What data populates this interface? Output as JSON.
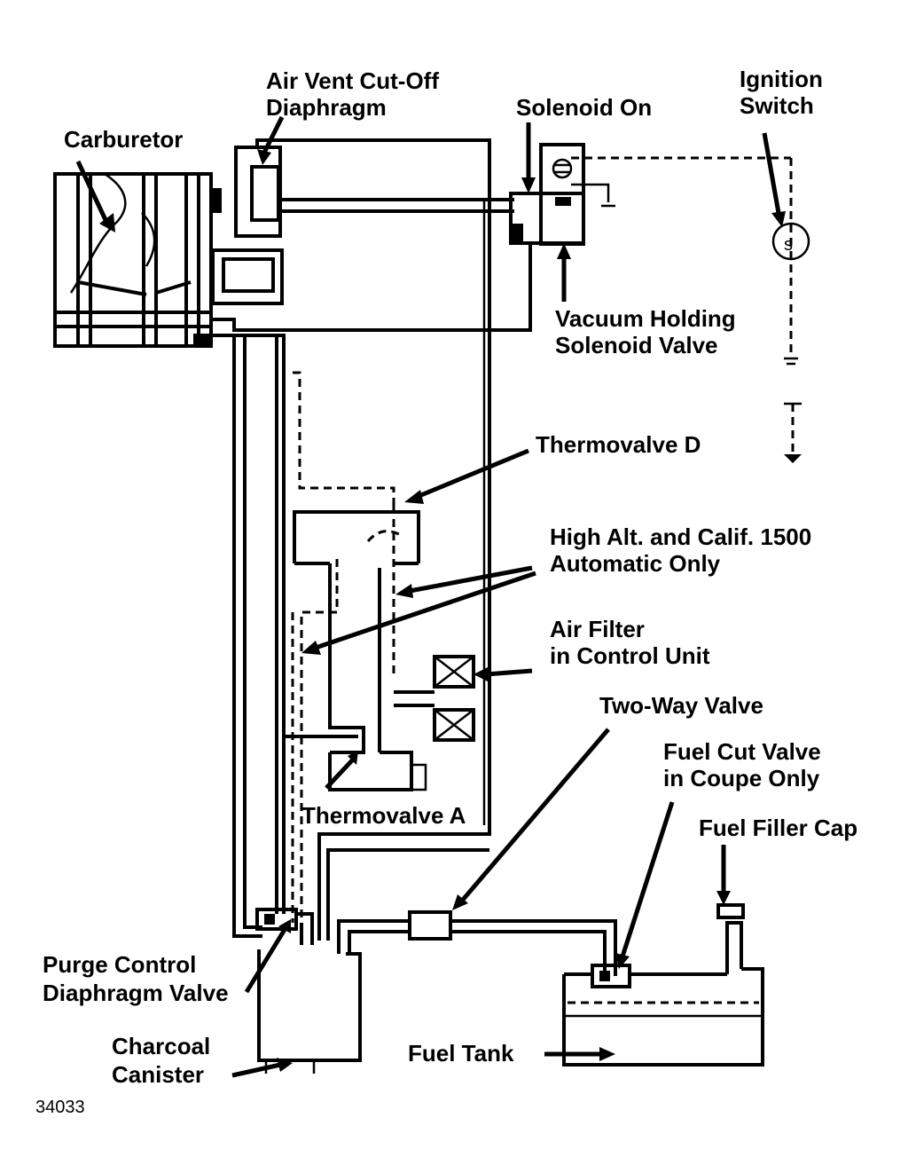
{
  "title": "",
  "figure_number": "34033",
  "labels": {
    "carburetor": "Carburetor",
    "air_vent_1": "Air Vent Cut-Off",
    "air_vent_2": "Diaphragm",
    "solenoid_on": "Solenoid On",
    "ignition_1": "Ignition",
    "ignition_2": "Switch",
    "vacuum_1": "Vacuum Holding",
    "vacuum_2": "Solenoid Valve",
    "thermo_d": "Thermovalve D",
    "high_alt_1": "High Alt. and Calif. 1500",
    "high_alt_2": "Automatic Only",
    "air_filter_1": "Air Filter",
    "air_filter_2": "in Control Unit",
    "two_way": "Two-Way Valve",
    "fuel_cut_1": "Fuel Cut Valve",
    "fuel_cut_2": "in Coupe Only",
    "filler_cap": "Fuel Filler Cap",
    "thermo_a": "Thermovalve A",
    "purge_1": "Purge Control",
    "purge_2": "Diaphragm Valve",
    "charcoal_1": "Charcoal",
    "charcoal_2": "Canister",
    "fuel_tank": "Fuel Tank"
  }
}
